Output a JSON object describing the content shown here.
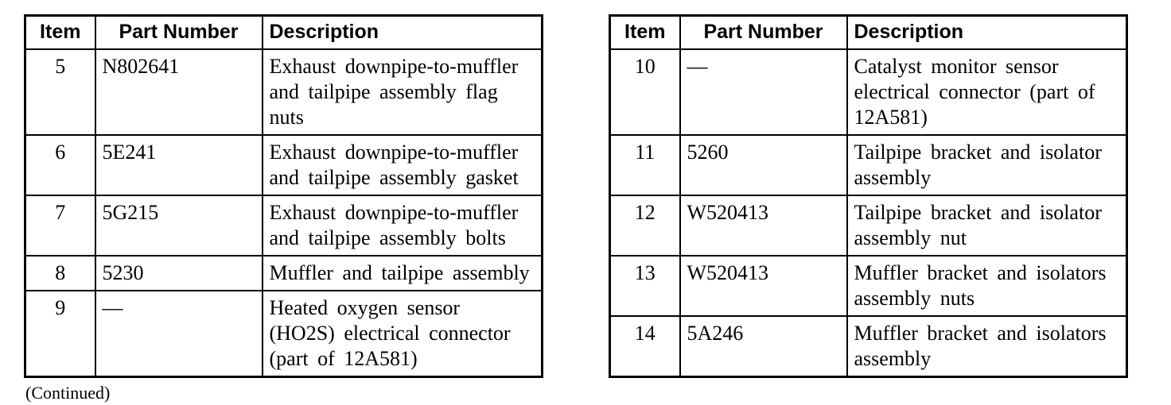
{
  "page": {
    "background_color": "#ffffff",
    "text_color": "#000000",
    "border_color": "#000000",
    "continued_note": "(Continued)"
  },
  "tables": [
    {
      "id": "parts-table-left",
      "headers": [
        "Item",
        "Part Number",
        "Description"
      ],
      "rows": [
        {
          "item": "5",
          "part_number": "N802641",
          "description": "Exhaust downpipe-to-muffler and tailpipe assembly flag nuts"
        },
        {
          "item": "6",
          "part_number": "5E241",
          "description": "Exhaust downpipe-to-muffler and tailpipe assembly gasket"
        },
        {
          "item": "7",
          "part_number": "5G215",
          "description": "Exhaust downpipe-to-muffler and tailpipe assembly bolts"
        },
        {
          "item": "8",
          "part_number": "5230",
          "description": "Muffler and tailpipe assembly"
        },
        {
          "item": "9",
          "part_number": "—",
          "description": "Heated oxygen sensor (HO2S) electrical connector (part of 12A581)"
        }
      ]
    },
    {
      "id": "parts-table-right",
      "headers": [
        "Item",
        "Part Number",
        "Description"
      ],
      "rows": [
        {
          "item": "10",
          "part_number": "—",
          "description": "Catalyst monitor sensor electrical connector (part of 12A581)"
        },
        {
          "item": "11",
          "part_number": "5260",
          "description": "Tailpipe bracket and isolator assembly"
        },
        {
          "item": "12",
          "part_number": "W520413",
          "description": "Tailpipe bracket and isolator assembly nut"
        },
        {
          "item": "13",
          "part_number": "W520413",
          "description": "Muffler bracket and isolators assembly nuts"
        },
        {
          "item": "14",
          "part_number": "5A246",
          "description": "Muffler bracket and isolators assembly"
        }
      ]
    }
  ]
}
